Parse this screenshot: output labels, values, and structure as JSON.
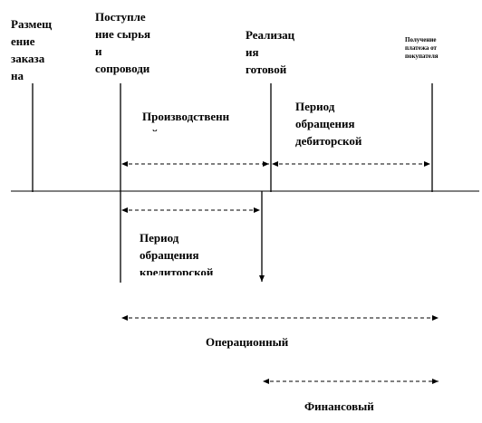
{
  "labels": {
    "order_placement": "Размещ\nение\nзаказа\nна",
    "raw_materials": "Поступле\nние сырья\nи\nсопроводи",
    "product_sale": "Реализац\nия\nготовой",
    "payment_received": "Получение\nплатежа от\nпокупателя",
    "production_process": "Производственн\nый процесс",
    "receivables_period": "Период\nобращения\nдебиторской",
    "payables_period": "Период\nобращения\nкредиторской",
    "operating_cycle": "Операционный",
    "financial_cycle": "Финансовый"
  }
}
